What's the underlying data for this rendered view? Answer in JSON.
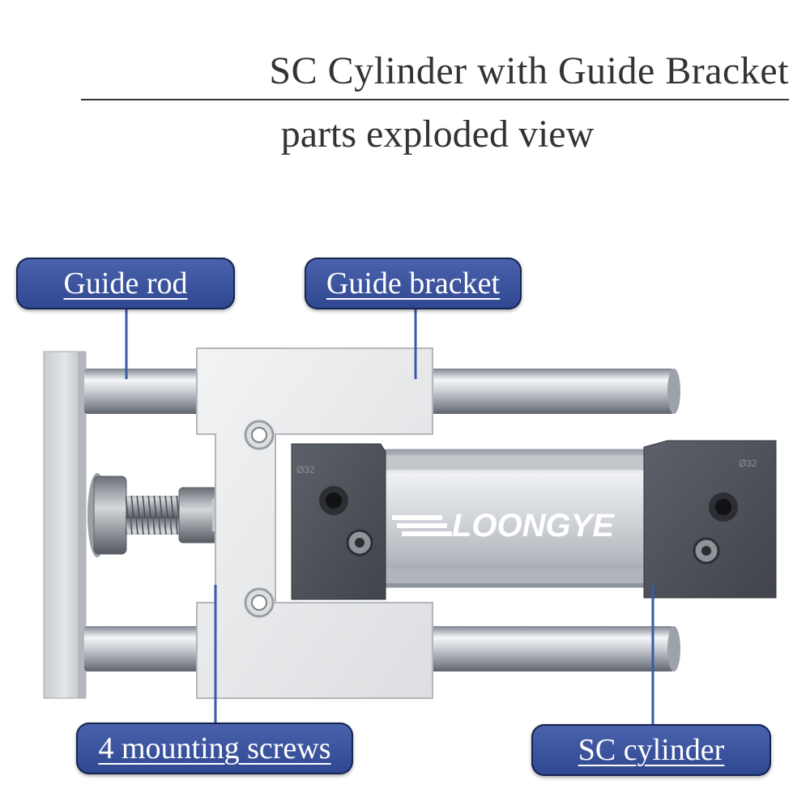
{
  "title": "SC Cylinder with Guide Bracket",
  "subtitle": "parts exploded view",
  "labels": {
    "guide_rod": "Guide rod",
    "guide_bracket": "Guide bracket",
    "mounting_screws": "4 mounting screws",
    "sc_cylinder": "SC cylinder"
  },
  "brand": "LOONGYE",
  "cap_markings": {
    "left_bore": "Ø32",
    "right_bore": "Ø32"
  },
  "colors": {
    "label_fill": "#3a52a0",
    "label_text": "#ffffff",
    "pointer": "#3a5aa8",
    "title_text": "#333333"
  }
}
